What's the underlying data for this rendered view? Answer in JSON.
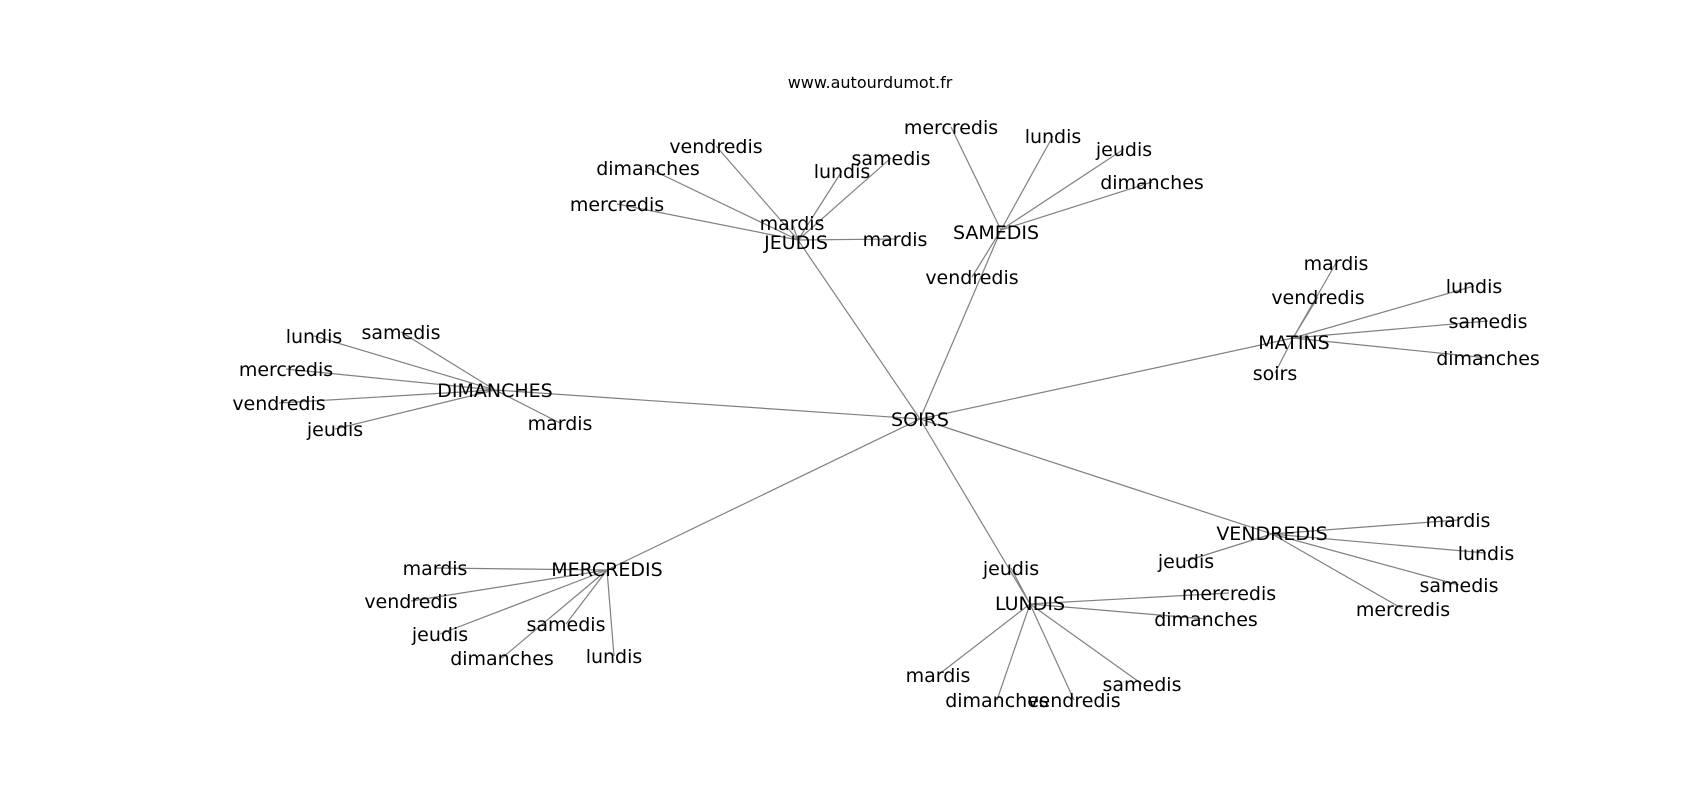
{
  "title": "www.autourdumot.fr",
  "edge_color": "#808080",
  "center": "SOIRS",
  "groups": [
    {
      "hub": "SAMEDIS",
      "words": [
        "mercredis",
        "lundis",
        "jeudis",
        "dimanches",
        "vendredis"
      ]
    },
    {
      "hub": "JEUDIS",
      "words": [
        "vendredis",
        "dimanches",
        "mercredis",
        "mardis",
        "lundis",
        "samedis",
        "mardis"
      ]
    },
    {
      "hub": "MATINS",
      "words": [
        "mardis",
        "vendredis",
        "lundis",
        "samedis",
        "dimanches",
        "soirs"
      ]
    },
    {
      "hub": "DIMANCHES",
      "words": [
        "samedis",
        "lundis",
        "mercredis",
        "vendredis",
        "jeudis",
        "mardis"
      ]
    },
    {
      "hub": "MERCREDIS",
      "words": [
        "mardis",
        "vendredis",
        "jeudis",
        "samedis",
        "dimanches",
        "lundis"
      ]
    },
    {
      "hub": "LUNDIS",
      "words": [
        "jeudis",
        "mercredis",
        "dimanches",
        "mardis",
        "dimanches",
        "vendredis",
        "samedis"
      ]
    },
    {
      "hub": "VENDREDIS",
      "words": [
        "jeudis",
        "mardis",
        "lundis",
        "samedis",
        "mercredis"
      ]
    }
  ]
}
